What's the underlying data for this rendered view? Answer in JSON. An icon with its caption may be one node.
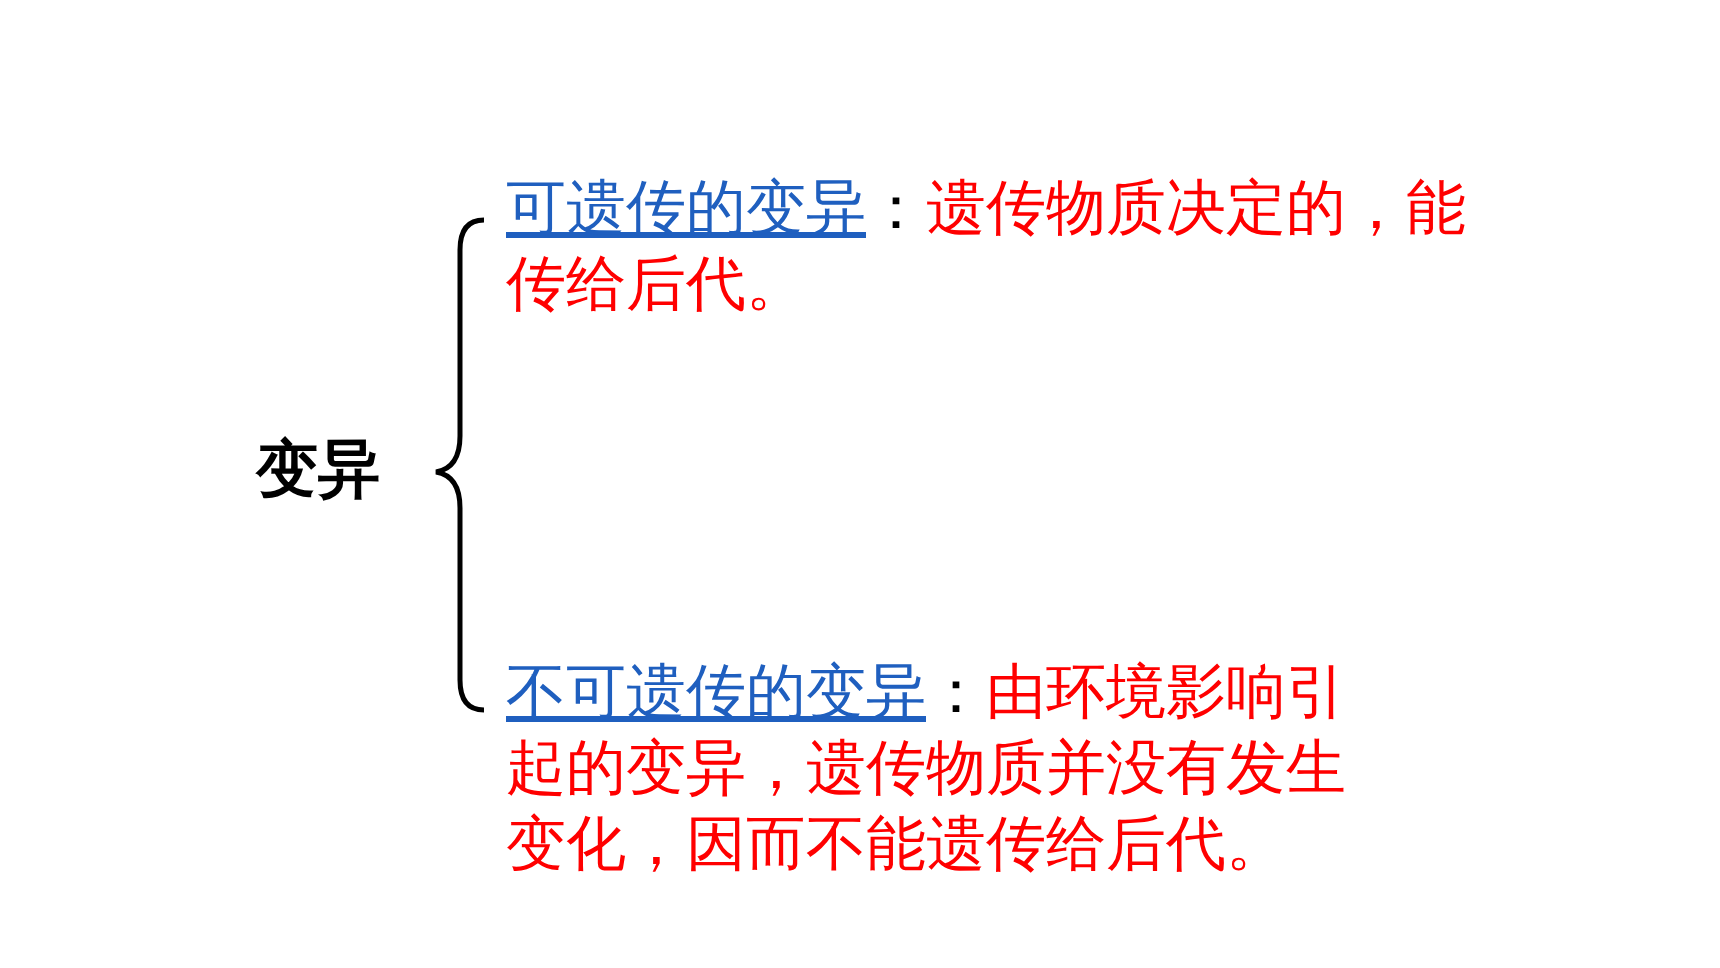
{
  "diagram": {
    "labels": [
      "变异",
      "可遗传的变异",
      "：",
      "遗传物质决定的，能传给后代。",
      "不可遗传的变异",
      "：",
      "由环境影响引起的变异，遗传物质并没有发生变化，因而不能遗传给后代。"
    ]
  }
}
